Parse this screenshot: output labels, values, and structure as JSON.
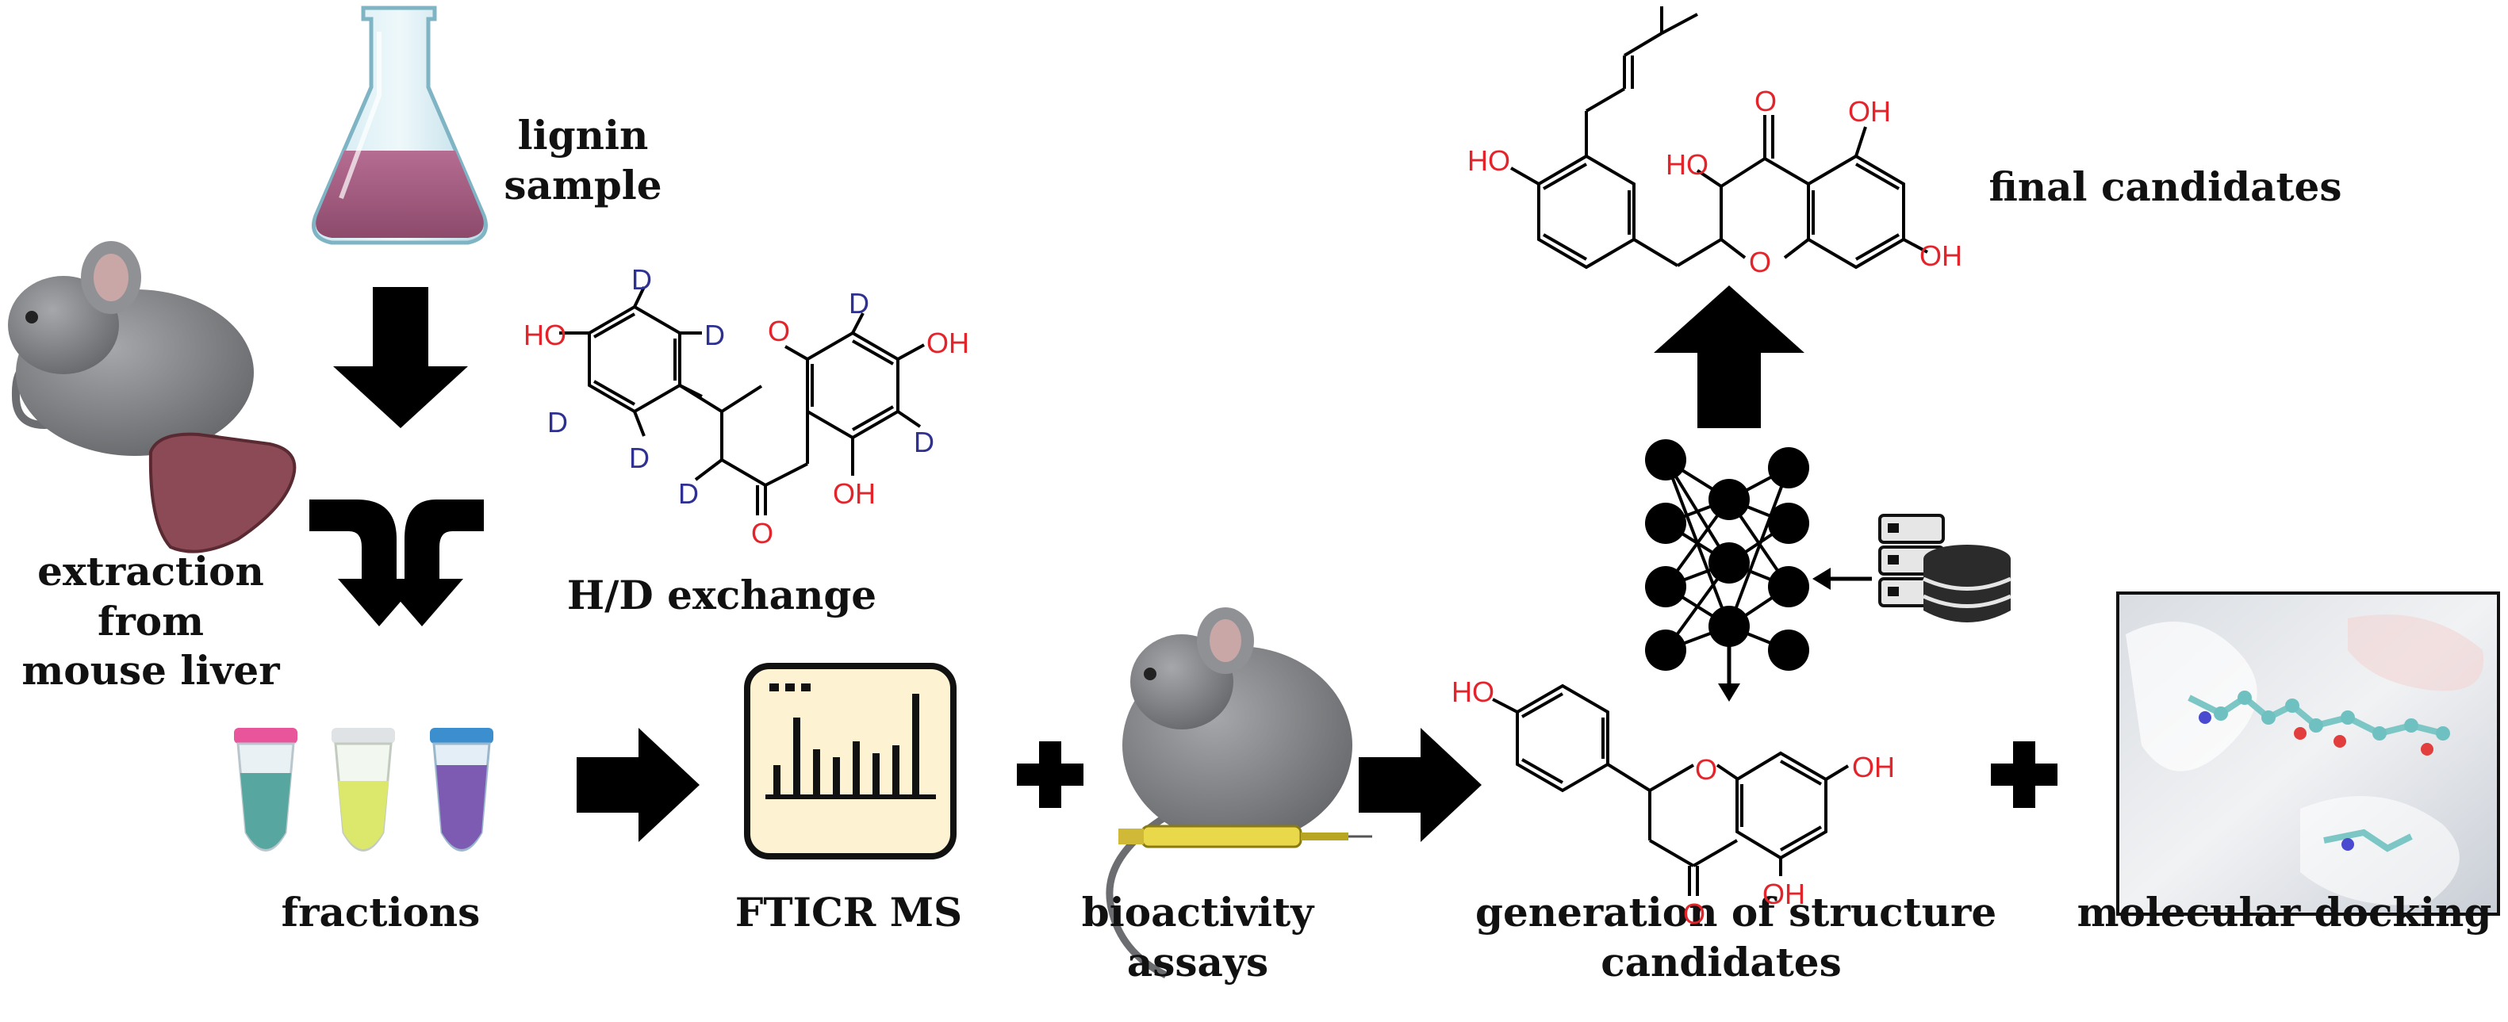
{
  "labels": {
    "lignin_line1": "lignin",
    "lignin_line2": "sample",
    "extraction_line1": "extraction",
    "extraction_line2": "from",
    "extraction_line3": "mouse liver",
    "hd_exchange": "H/D exchange",
    "fractions": "fractions",
    "fticr": "FTICR MS",
    "bioactivity_line1": "bioactivity",
    "bioactivity_line2": "assays",
    "generation_line1": "generation of structure",
    "generation_line2": "candidates",
    "docking": "molecular docking",
    "final_candidates": "final candidates"
  },
  "chem": {
    "ho": "HO",
    "oh": "OH",
    "o": "O",
    "d": "D"
  },
  "colors": {
    "oxygen": "#e3242b",
    "deuterium": "#2e3192",
    "arrow": "#000000",
    "flask_liquid": "#a0587c",
    "screen_fill": "#fdf3d3",
    "mouse_gray": "#7b7d80",
    "liver": "#8c4a56"
  }
}
